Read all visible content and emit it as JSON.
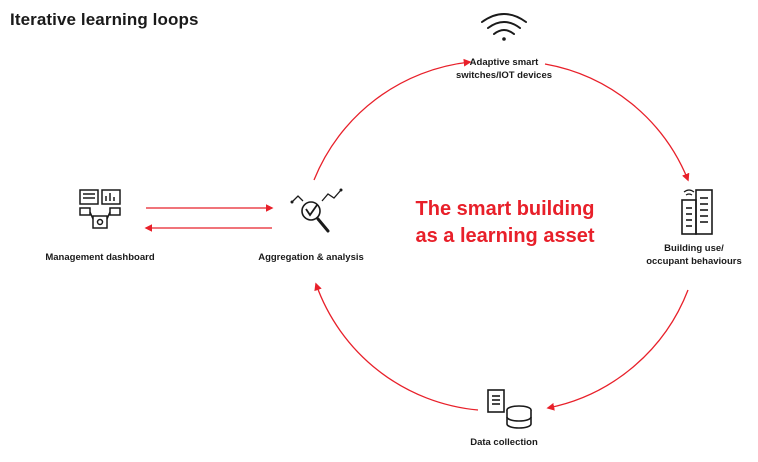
{
  "title": "Iterative learning loops",
  "center": {
    "line1": "The smart building",
    "line2": "as a learning asset"
  },
  "nodes": {
    "management_dashboard": "Management dashboard",
    "aggregation": "Aggregation & analysis",
    "adaptive_line1": "Adaptive smart",
    "adaptive_line2": "switches/IOT devices",
    "building_line1": "Building use/",
    "building_line2": "occupant behaviours",
    "data_collection": "Data collection"
  },
  "icons": [
    "wifi-icon",
    "building-icon",
    "database-icon",
    "analysis-icon",
    "dashboard-icon"
  ],
  "colors": {
    "accent": "#e8202a",
    "text": "#1a1a1a"
  }
}
